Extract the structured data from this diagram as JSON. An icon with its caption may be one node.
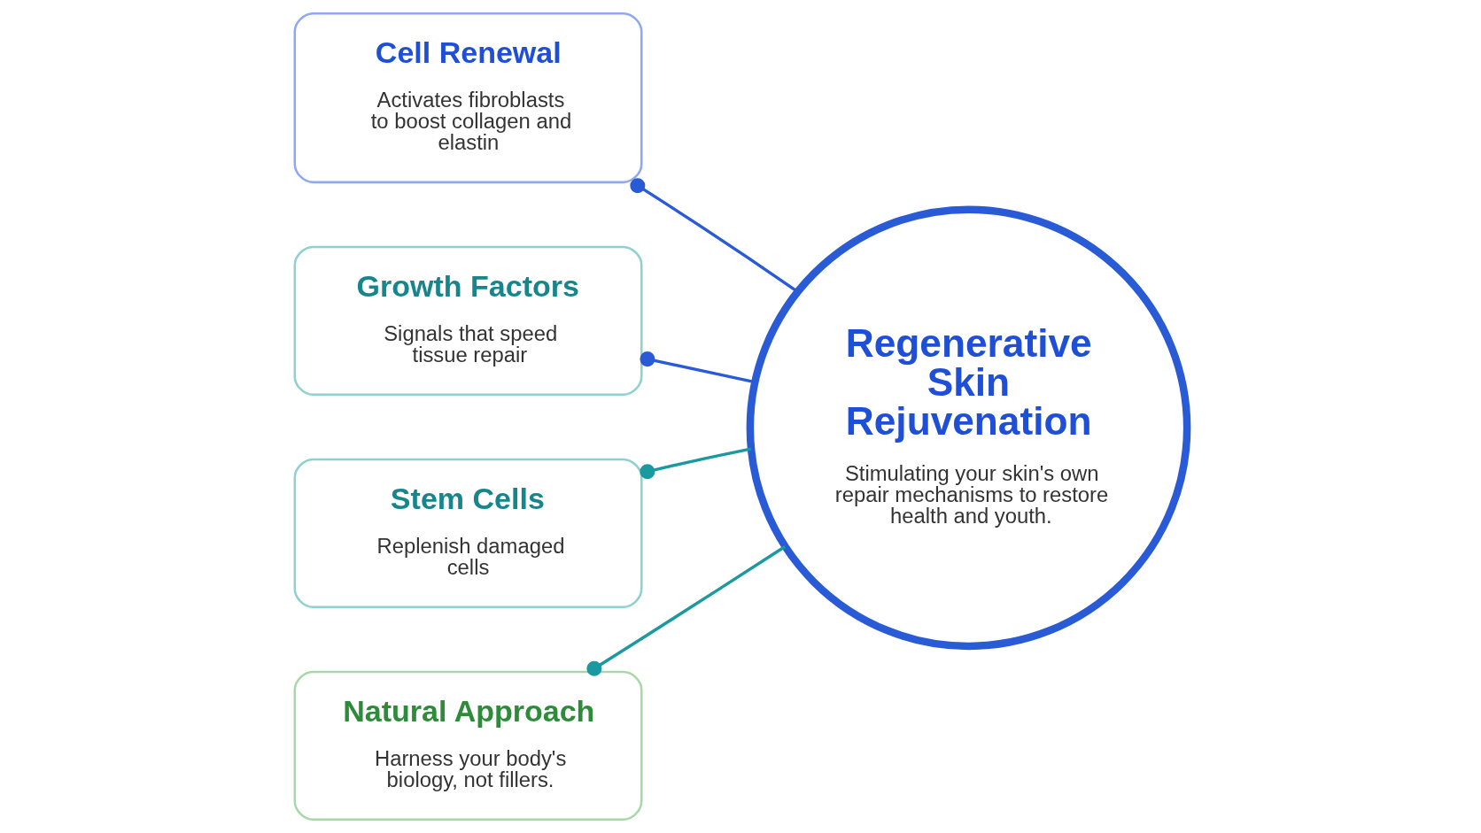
{
  "diagram": {
    "nodes": [
      {
        "text": [
          "Regenerative Skin Rejuvenation",
          "Stimulating your skin's own repair mechanisms to restore health and youth."
        ]
      },
      {
        "text": [
          "Cell Renewal",
          "Activates fibroblasts to boost collagen and elastin"
        ]
      },
      {
        "text": [
          "Growth Factors",
          "Signals that speed tissue repair"
        ]
      },
      {
        "text": [
          "Stem Cells",
          "Replenish damaged cells"
        ]
      },
      {
        "text": [
          "Natural Approach",
          "Harness your body's biology, not fillers."
        ]
      }
    ],
    "edges": [
      {
        "from": 0,
        "to": 1,
        "arrow": "other"
      },
      {
        "from": 0,
        "to": 2,
        "arrow": "other"
      },
      {
        "from": 0,
        "to": 3,
        "arrow": "other",
        "color": "#1a9aa0"
      },
      {
        "from": 0,
        "to": 4,
        "arrow": "other",
        "color": "#1a9aa0"
      }
    ]
  }
}
